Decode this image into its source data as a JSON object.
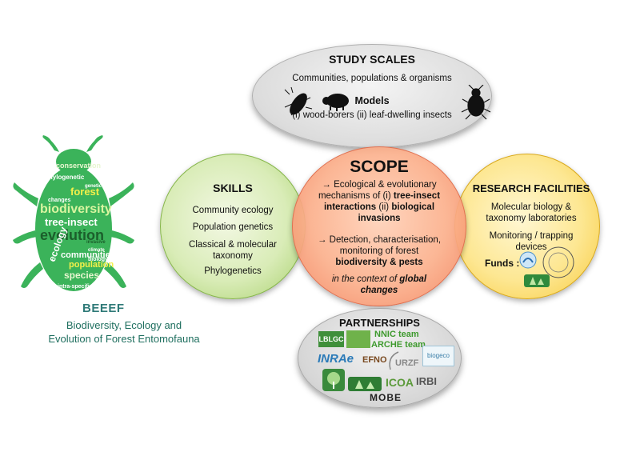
{
  "study_scales": {
    "title": "STUDY SCALES",
    "line1": "Communities, populations & organisms",
    "models_title": "Models",
    "models_text": "(i) wood-borers (ii) leaf-dwelling insects"
  },
  "skills": {
    "title": "SKILLS",
    "items": [
      "Community ecology",
      "Population genetics",
      "Classical & molecular",
      "taxonomy",
      "Phylogenetics"
    ]
  },
  "scope": {
    "title": "SCOPE",
    "p1_a": "→ Ecological & evolutionary",
    "p1_b": "mechanisms of (i) ",
    "p1_b_bold": "tree-insect",
    "p1_c_bold": "interactions",
    "p1_c": " (ii) ",
    "p1_c_bold2": "biological",
    "p1_d_bold": "invasions",
    "p2_a": "→ Detection, characterisation,",
    "p2_b": "monitoring of forest",
    "p2_c_bold": "biodiversity & pests",
    "ctx_a": "in the context of ",
    "ctx_b_bold": "global",
    "ctx_c_bold": "changes"
  },
  "facilities": {
    "title": "RESEARCH FACILITIES",
    "items": [
      "Molecular biology &",
      "taxonomy laboratories",
      "Monitoring / trapping",
      "devices"
    ],
    "funds_label": "Funds :"
  },
  "partnerships": {
    "title": "PARTNERSHIPS",
    "team1": "NNIC team",
    "team2": "ARCHE team",
    "logos": {
      "lbgc": "LBLGC",
      "inrae": "INRAe",
      "efno": "EFNO",
      "urzf": "URZF",
      "biogeco": "biogeco",
      "icoa": "ICOA",
      "irbi": "IRBI",
      "mobe": "MOBE"
    }
  },
  "beeef": {
    "name": "BEEEF",
    "subtitle_1": "Biodiversity, Ecology and",
    "subtitle_2": "Evolution of Forest Entomofauna",
    "cloud_words": [
      "conservation",
      "phylogenetic",
      "forest",
      "biodiversity",
      "tree-insect",
      "evolution",
      "ecology",
      "communities",
      "population",
      "species",
      "intra-specific",
      "changes",
      "climate",
      "biology",
      "invasive",
      "genetic"
    ]
  },
  "colors": {
    "skills": "#a6cf6a",
    "scope": "#f2805a",
    "facilities": "#f7c93b",
    "study": "#cfcfcf",
    "beetle": "#3bb35a",
    "beeef_text": "#2f7a78"
  }
}
